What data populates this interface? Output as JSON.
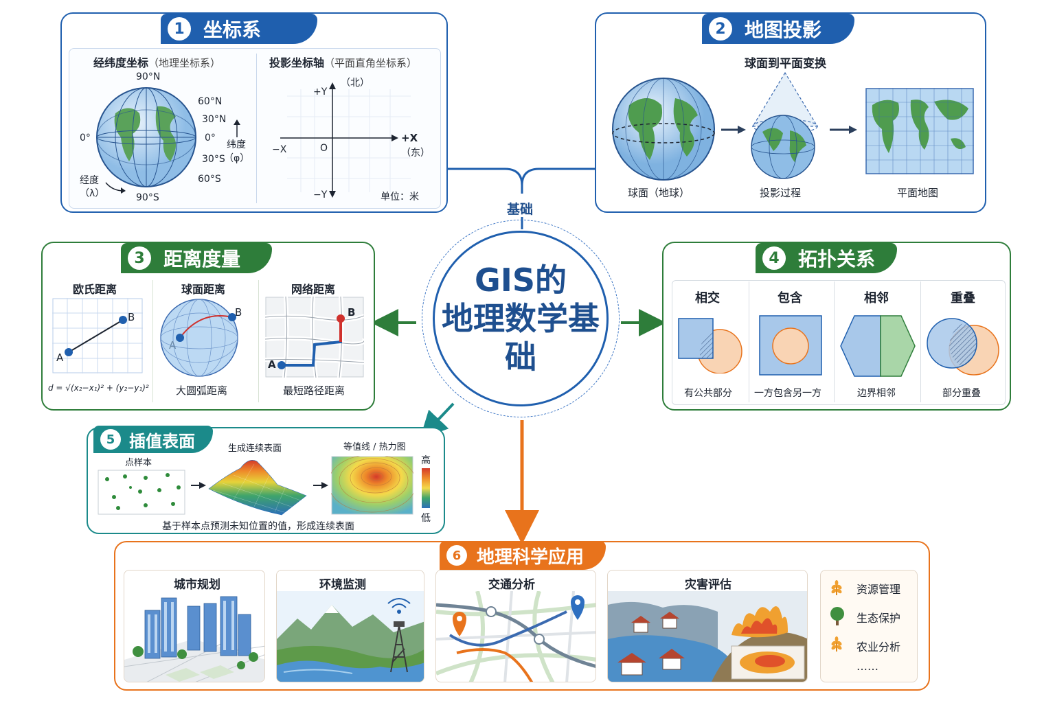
{
  "center": {
    "line1": "GIS的",
    "line2": "地理数学基础",
    "link_label": "基础"
  },
  "colors": {
    "blue": "#1f5fae",
    "green": "#2e7d3a",
    "teal": "#1b8a8a",
    "orange": "#e8731c"
  },
  "p1": {
    "num": "1",
    "title": "坐标系",
    "geo_title": "经纬度坐标",
    "geo_title_sub": "（地理坐标系）",
    "lat_labels": [
      "90°N",
      "60°N",
      "30°N",
      "0°",
      "30°S",
      "60°S",
      "90°S"
    ],
    "lon_zero": "0°",
    "lon_label": "经度",
    "lon_symbol": "（λ）",
    "lat_label": "纬度",
    "lat_symbol": "（φ）",
    "proj_title": "投影坐标轴",
    "proj_title_sub": "（平面直角坐标系）",
    "py": "+Y",
    "ny": "−Y",
    "px": "+X",
    "nx": "−X",
    "origin": "O",
    "north": "（北）",
    "east": "（东）",
    "unit": "单位：米"
  },
  "p2": {
    "num": "2",
    "title": "地图投影",
    "subtitle": "球面到平面变换",
    "sphere": "球面（地球）",
    "process": "投影过程",
    "flat": "平面地图"
  },
  "p3": {
    "num": "3",
    "title": "距离度量",
    "euclid": "欧氏距离",
    "sphere_d": "球面距离",
    "network": "网络距离",
    "formula": "d = √(x₂−x₁)² + (y₂−y₁)²",
    "great_circle": "大圆弧距离",
    "shortest": "最短路径距离",
    "a": "A",
    "b": "B"
  },
  "p4": {
    "num": "4",
    "title": "拓扑关系",
    "items": [
      {
        "t": "相交",
        "d": "有公共部分"
      },
      {
        "t": "包含",
        "d": "一方包含另一方"
      },
      {
        "t": "相邻",
        "d": "边界相邻"
      },
      {
        "t": "重叠",
        "d": "部分重叠"
      }
    ]
  },
  "p5": {
    "num": "5",
    "title": "插值表面",
    "samples": "点样本",
    "surface": "生成连续表面",
    "contour": "等值线 / 热力图",
    "high": "高",
    "low": "低",
    "caption": "基于样本点预测未知位置的值，形成连续表面"
  },
  "p6": {
    "num": "6",
    "title": "地理科学应用",
    "cards": [
      "城市规划",
      "环境监测",
      "交通分析",
      "灾害评估"
    ],
    "list": [
      "资源管理",
      "生态保护",
      "农业分析",
      "……"
    ]
  }
}
